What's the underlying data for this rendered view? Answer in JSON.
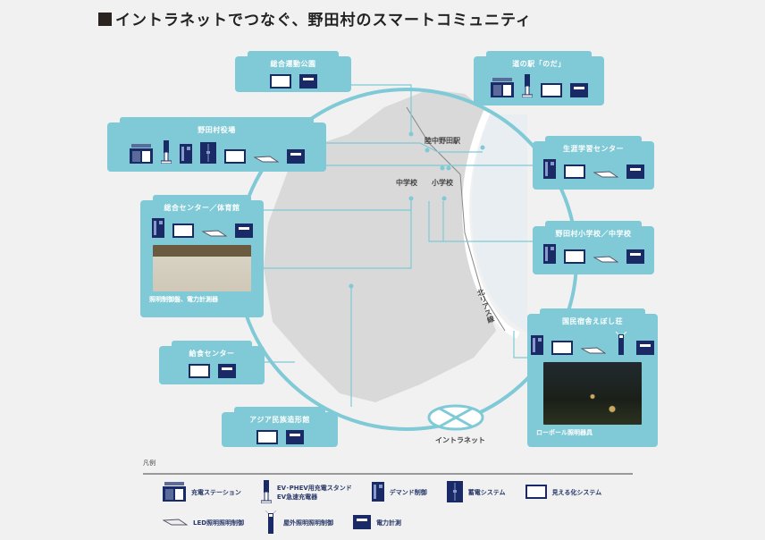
{
  "title": "イントラネットでつなぐ、野田村のスマートコミュニティ",
  "colors": {
    "accent": "#7fcad6",
    "navy": "#1a2a66",
    "map": "#d9d9d9"
  },
  "facilities": [
    {
      "name": "総合運動公園",
      "icons": [
        "display",
        "meter"
      ]
    },
    {
      "name": "道の駅「のだ」",
      "icons": [
        "station",
        "ev-stand",
        "display",
        "meter"
      ]
    },
    {
      "name": "野田村役場",
      "icons": [
        "station",
        "ev-stand",
        "demand",
        "storage",
        "display",
        "led",
        "meter"
      ]
    },
    {
      "name": "生涯学習センター",
      "icons": [
        "demand",
        "display",
        "led",
        "meter"
      ]
    },
    {
      "name": "総合センター／体育館",
      "icons": [
        "demand",
        "display",
        "led",
        "meter"
      ],
      "caption": "照明制御盤、電力計測器"
    },
    {
      "name": "野田村小学校／中学校",
      "icons": [
        "demand",
        "display",
        "led",
        "meter"
      ]
    },
    {
      "name": "国民宿舎えぼし荘",
      "icons": [
        "demand",
        "display",
        "led",
        "outdoor",
        "meter"
      ],
      "caption": "ローポール照明器具"
    },
    {
      "name": "給食センター",
      "icons": [
        "display",
        "meter"
      ]
    },
    {
      "name": "アジア民族造形館",
      "icons": [
        "display",
        "meter"
      ]
    }
  ],
  "map_labels": {
    "station": "陸中野田駅",
    "junior_high": "中学校",
    "elementary": "小学校",
    "railway": "北リアス線",
    "intranet": "イントラネット"
  },
  "legend": {
    "title": "凡例",
    "items": [
      {
        "icon": "station",
        "label": "充電ステーション"
      },
      {
        "icon": "ev-stand",
        "label": "EV･PHEV用充電スタンド",
        "label2": "EV急速充電器"
      },
      {
        "icon": "demand",
        "label": "デマンド制御"
      },
      {
        "icon": "storage",
        "label": "蓄電システム"
      },
      {
        "icon": "display",
        "label": "見える化システム"
      },
      {
        "icon": "led",
        "label": "LED照明照明制御"
      },
      {
        "icon": "outdoor",
        "label": "屋外照明照明制御"
      },
      {
        "icon": "meter",
        "label": "電力計測"
      }
    ]
  }
}
